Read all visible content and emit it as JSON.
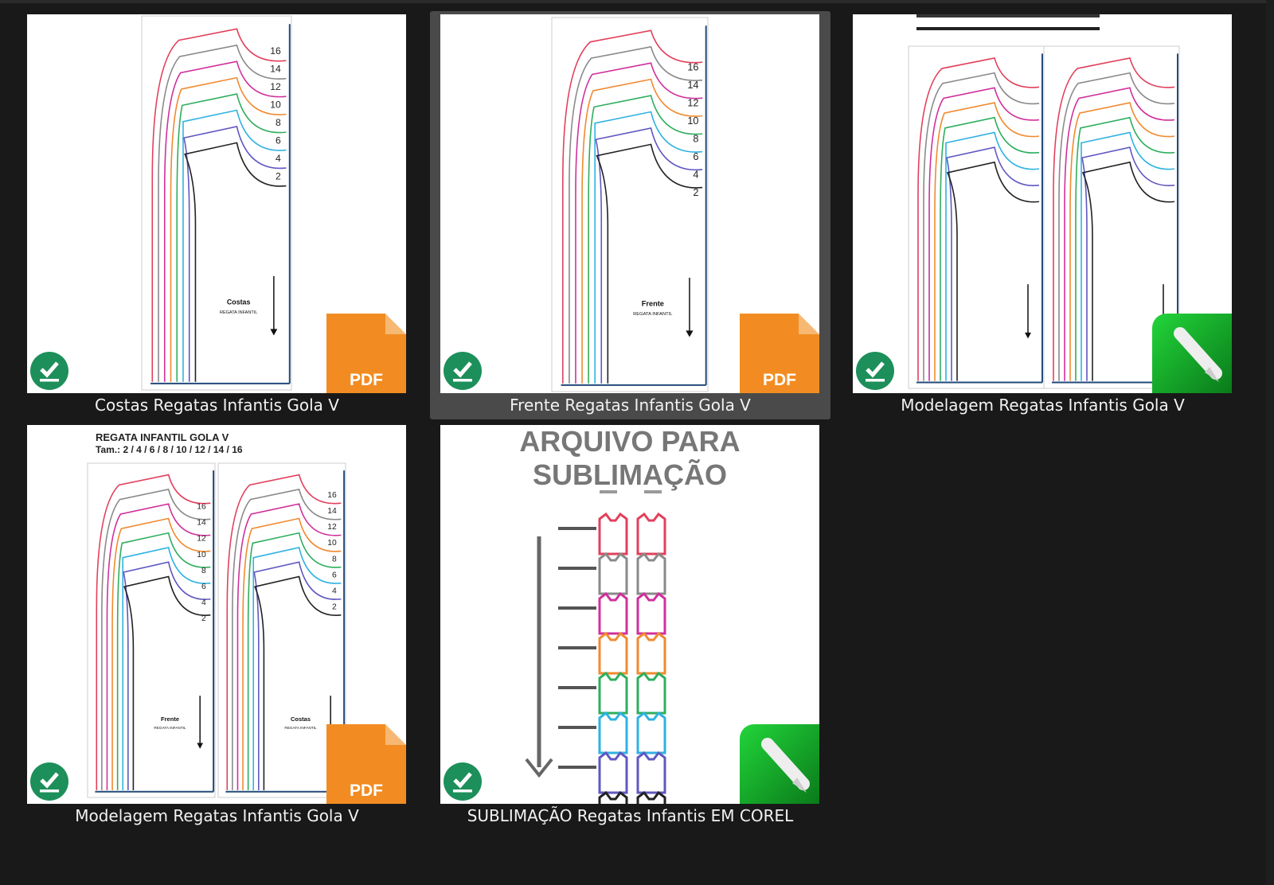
{
  "files": [
    {
      "name": "Costas Regatas Infantis Gola V",
      "type": "pdf",
      "status": "synced",
      "selected": false,
      "piece_label": "Costas",
      "piece_sub": "REGATA INFANTIL"
    },
    {
      "name": "Frente Regatas Infantis Gola V",
      "type": "pdf",
      "status": "synced",
      "selected": true,
      "piece_label": "Frente",
      "piece_sub": "REGATA INFANTIL"
    },
    {
      "name": "Modelagem Regatas Infantis Gola V",
      "type": "coreldraw",
      "status": "synced",
      "selected": false
    },
    {
      "name": "Modelagem Regatas Infantis Gola V",
      "type": "pdf",
      "status": "synced",
      "selected": false,
      "header_title": "REGATA INFANTIL GOLA V",
      "header_sizes": "Tam.: 2 / 4 / 6 / 8 / 10 / 12 / 14 / 16",
      "piece_label_left": "Frente",
      "piece_label_right": "Costas",
      "piece_sub": "REGATA INFANTIL"
    },
    {
      "name": "SUBLIMAÇÃO Regatas Infantis EM COREL",
      "type": "coreldraw",
      "status": "synced",
      "title_line1": "ARQUIVO PARA",
      "title_line2": "SUBLIMAÇÃO"
    }
  ],
  "sizes": [
    "16",
    "14",
    "12",
    "10",
    "8",
    "6",
    "4",
    "2"
  ],
  "pdf_badge": "PDF",
  "size_colors": [
    "#e2405c",
    "#8a8a8a",
    "#d0309c",
    "#f08a30",
    "#2fae5e",
    "#2fb2e2",
    "#6058c0",
    "#222222"
  ],
  "icons": {
    "status": "sync-check-icon",
    "pdf": "foxit-pdf-icon",
    "corel": "coreldraw-icon"
  }
}
